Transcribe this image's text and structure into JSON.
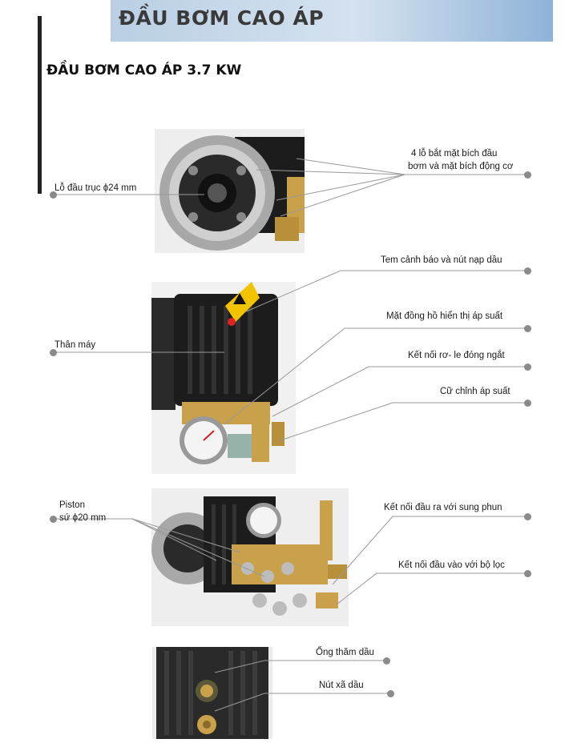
{
  "header": {
    "title": "ĐẦU BƠM CAO ÁP"
  },
  "subtitle": "ĐẦU BƠM CAO ÁP 3.7 KW",
  "labels": {
    "shaft_hole": "Lỗ đầu trục ϕ24 mm",
    "flange_holes_1": "4 lỗ bắt mặt bích đầu",
    "flange_holes_2": "bơm và mặt bích động cơ",
    "warning_label": "Tem cảnh báo và nút nạp dầu",
    "gauge": "Mặt đồng hồ hiển thị áp suất",
    "body": "Thân máy",
    "relay": "Kết nối rơ- le đóng ngắt",
    "pressure_adjust": "Cữ chỉnh áp suất",
    "piston_1": "Piston",
    "piston_2": "sứ ϕ20 mm",
    "outlet": "Kết nối đầu ra với sung phun",
    "inlet": "Kết nối đầu vào với bộ lọc",
    "oil_sight": "Ống thăm dầu",
    "drain": "Nút xã dầu"
  },
  "colors": {
    "header_band": "#c7d8ea",
    "pump_body": "#1c1c1c",
    "brass": "#c9a14a",
    "flange": "#a8a8a8",
    "warning_yellow": "#f2c400",
    "callout_dot": "#8a8a8a"
  }
}
